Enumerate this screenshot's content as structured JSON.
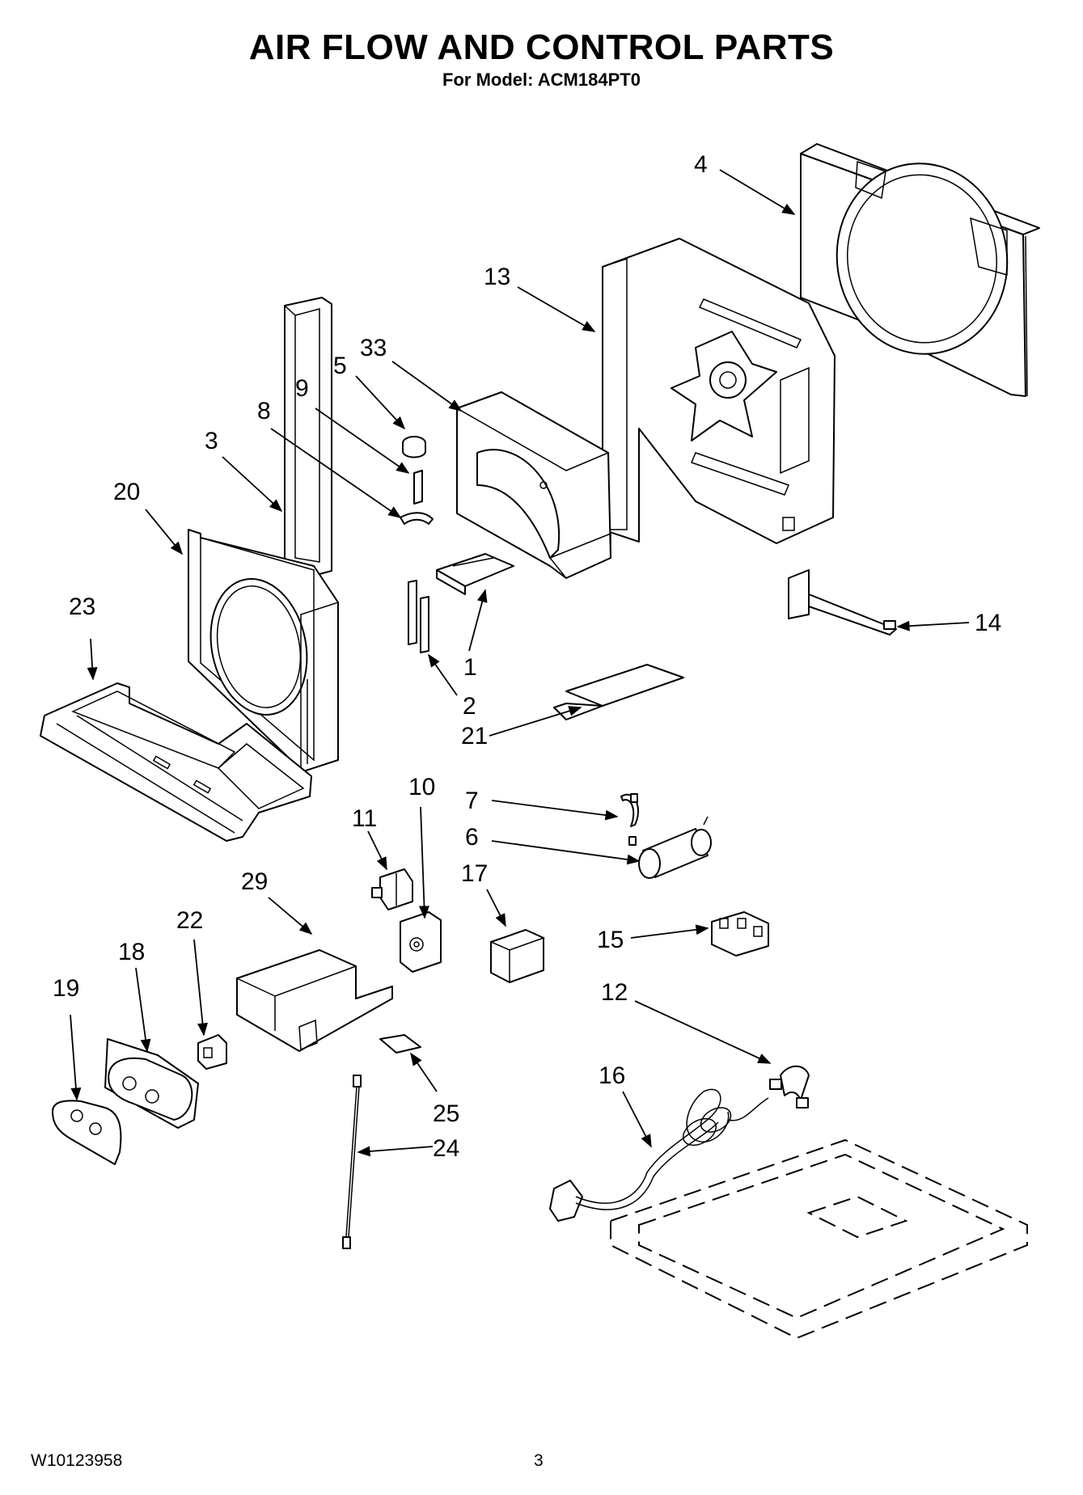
{
  "header": {
    "title": "AIR FLOW AND CONTROL PARTS",
    "model_line": "For Model: ACM184PT0"
  },
  "footer": {
    "doc_number": "W10123958",
    "page_number": "3"
  },
  "callouts": [
    "4",
    "13",
    "33",
    "5",
    "9",
    "8",
    "3",
    "20",
    "23",
    "14",
    "1",
    "2",
    "21",
    "10",
    "7",
    "11",
    "6",
    "17",
    "29",
    "22",
    "15",
    "18",
    "12",
    "19",
    "16",
    "25",
    "24"
  ]
}
